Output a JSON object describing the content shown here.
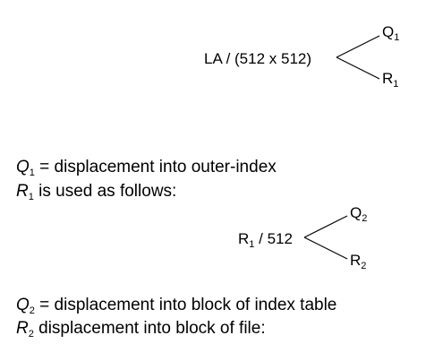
{
  "diagram1": {
    "expression": "LA / (512 x 512)",
    "top_branch": {
      "letter": "Q",
      "subscript": "1"
    },
    "bottom_branch": {
      "letter": "R",
      "subscript": "1"
    }
  },
  "text_q1": {
    "var": "Q",
    "sub": "1",
    "rest": " = displacement into outer-index"
  },
  "text_r1": {
    "var": "R",
    "sub": "1",
    "rest": " is used as follows:"
  },
  "diagram2": {
    "expr_var": "R",
    "expr_sub": "1",
    "expr_rest": " / 512",
    "top_branch": {
      "letter": "Q",
      "subscript": "2"
    },
    "bottom_branch": {
      "letter": "R",
      "subscript": "2"
    }
  },
  "text_q2": {
    "var": "Q",
    "sub": "2",
    "rest": " = displacement into block of index table"
  },
  "text_r2": {
    "var": "R",
    "sub": "2",
    "rest": " displacement into block of file:"
  },
  "colors": {
    "text": "#000000",
    "background": "#ffffff"
  }
}
